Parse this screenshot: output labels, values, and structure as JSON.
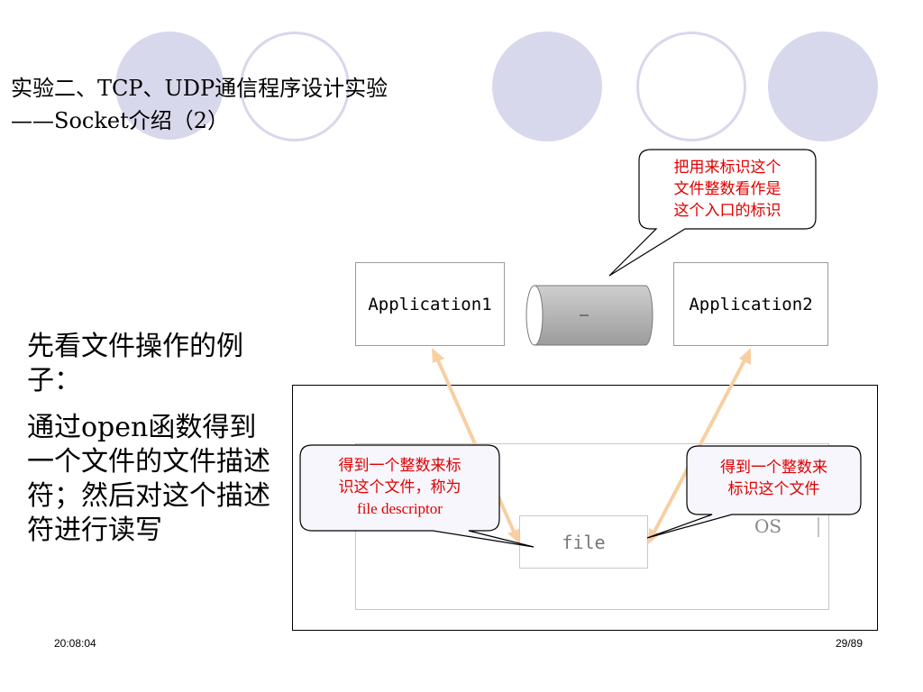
{
  "title": {
    "line1": "实验二、TCP、UDP通信程序设计实验",
    "line2": "——Socket介绍（2）"
  },
  "body": {
    "paragraph1": "先看文件操作的例子：",
    "paragraph2": "通过open函数得到一个文件的文件描述符；然后对这个描述符进行读写"
  },
  "diagram": {
    "application1": "Application1",
    "application2": "Application2",
    "os_label": "OS",
    "file_label": "file",
    "callout_top": [
      "把用来标识这个",
      "文件整数看作是",
      "这个入口的标识"
    ],
    "callout_left": [
      "得到一个整数来标",
      "识这个文件，称为",
      "file descriptor"
    ],
    "callout_right": [
      "得到一个整数来",
      "标识这个文件"
    ]
  },
  "footer": {
    "time": "20:08:04",
    "page": "29/89"
  },
  "colors": {
    "circle_fill": "#d8d8ec",
    "callout_text": "#e00000",
    "arrow": "#f8cfa2"
  }
}
